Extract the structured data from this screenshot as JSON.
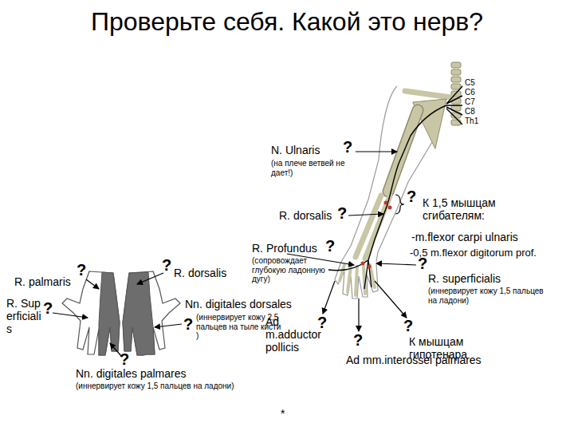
{
  "diagram": {
    "title": "Проверьте себя. Какой это нерв?",
    "labels": [
      "C5",
      "C6",
      "C7",
      "C8",
      "Th1",
      "N. Ulnaris",
      "(на плече ветвей не дает!)",
      "?",
      "?",
      "К 1,5 мышцам сгибателям:",
      "-m.flexor carpi ulnaris",
      "-0,5 m.flexor digitorum prof.",
      "R. dorsalis",
      "?",
      "R. Profundus",
      "(сопровождает глубокую ладонную дугу)",
      "?",
      "?",
      "R. superficialis",
      "(иннервирует кожу 1,5 пальцев на ладони)",
      "?",
      "Ad m.adductor pollicis",
      "?",
      "Ad mm.interossei palmares",
      "?",
      "К мышцам гипотенара",
      "?",
      "R. palmaris",
      "R. Superficialis",
      "?",
      "?",
      "Nn. digitales palmares",
      "(иннервирует кожу 1,5 пальцев на ладони)",
      "?",
      "R. dorsalis",
      "?",
      "Nn. digitales dorsales",
      "(иннервирует кожу 2,5 пальцев на тыле кисти )",
      "*"
    ]
  }
}
